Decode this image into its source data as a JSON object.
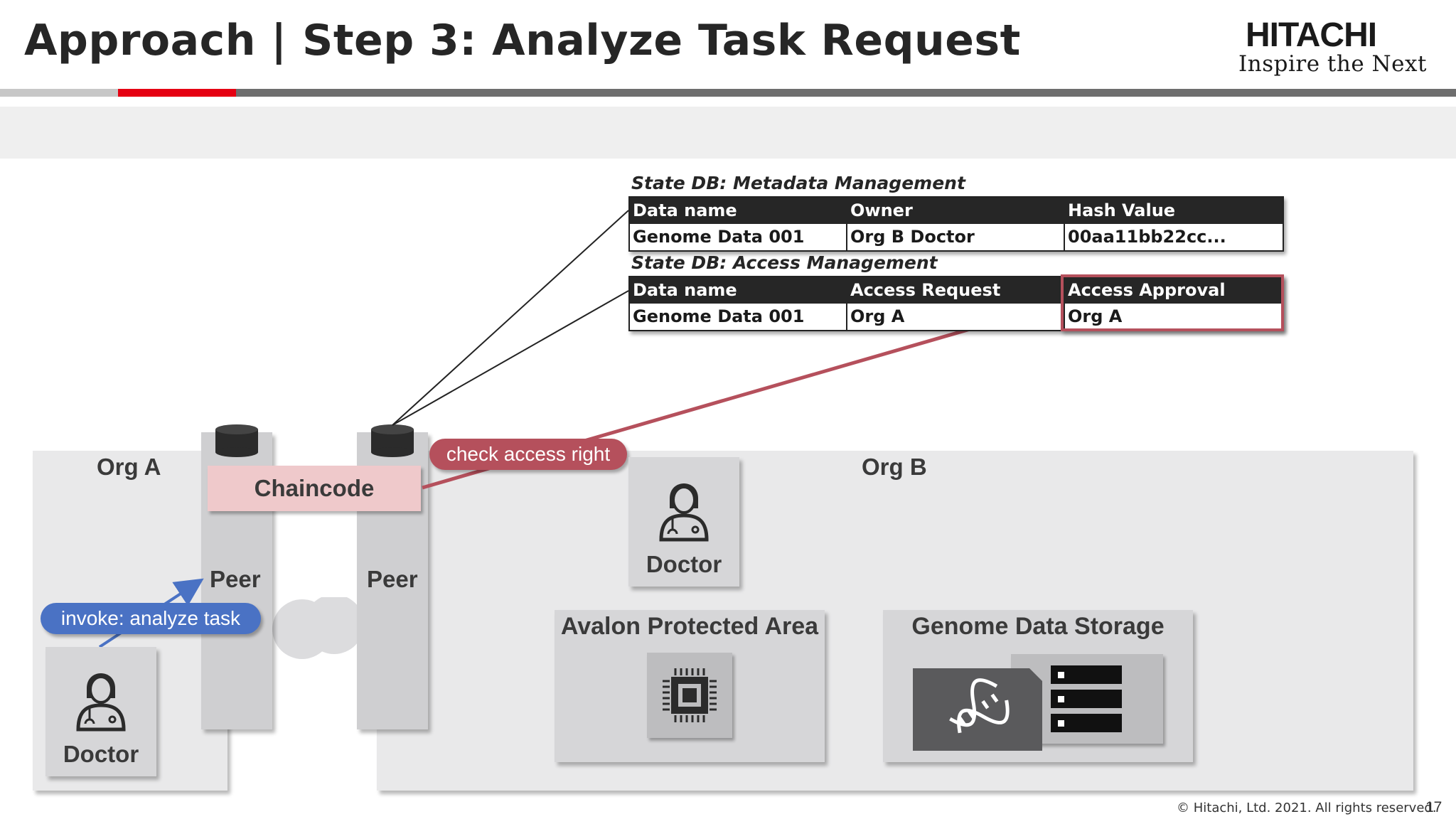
{
  "slide": {
    "title": "Approach | Step 3: Analyze Task Request",
    "logo_word": "HITACHI",
    "logo_tagline": "Inspire the Next",
    "footer_copyright": "© Hitachi, Ltd. 2021. All rights reserved.",
    "page_number": "17"
  },
  "colors": {
    "accent_red": "#e50012",
    "highlight_border": "#b5505c",
    "invoke_blue": "#4a72c4",
    "chaincode_pink": "#efc9cb"
  },
  "metadata_table": {
    "caption": "State DB: Metadata Management",
    "headers": [
      "Data name",
      "Owner",
      "Hash Value"
    ],
    "row": [
      "Genome Data 001",
      "Org B Doctor",
      "00aa11bb22cc..."
    ]
  },
  "access_table": {
    "caption": "State DB: Access Management",
    "headers": [
      "Data name",
      "Access Request",
      "Access Approval"
    ],
    "row": [
      "Genome Data 001",
      "Org A",
      "Org A"
    ]
  },
  "diagram": {
    "org_a": "Org A",
    "org_b": "Org B",
    "peer_left": "Peer",
    "peer_right": "Peer",
    "chaincode": "Chaincode",
    "check_access": "check access right",
    "invoke": "invoke: analyze task",
    "doctor_a": "Doctor",
    "doctor_b": "Doctor",
    "avalon_area": "Avalon Protected Area",
    "genome_storage": "Genome Data Storage",
    "icons": [
      "database-icon",
      "doctor-icon",
      "cpu-chip-icon",
      "dna-file-icon",
      "server-icon"
    ]
  }
}
